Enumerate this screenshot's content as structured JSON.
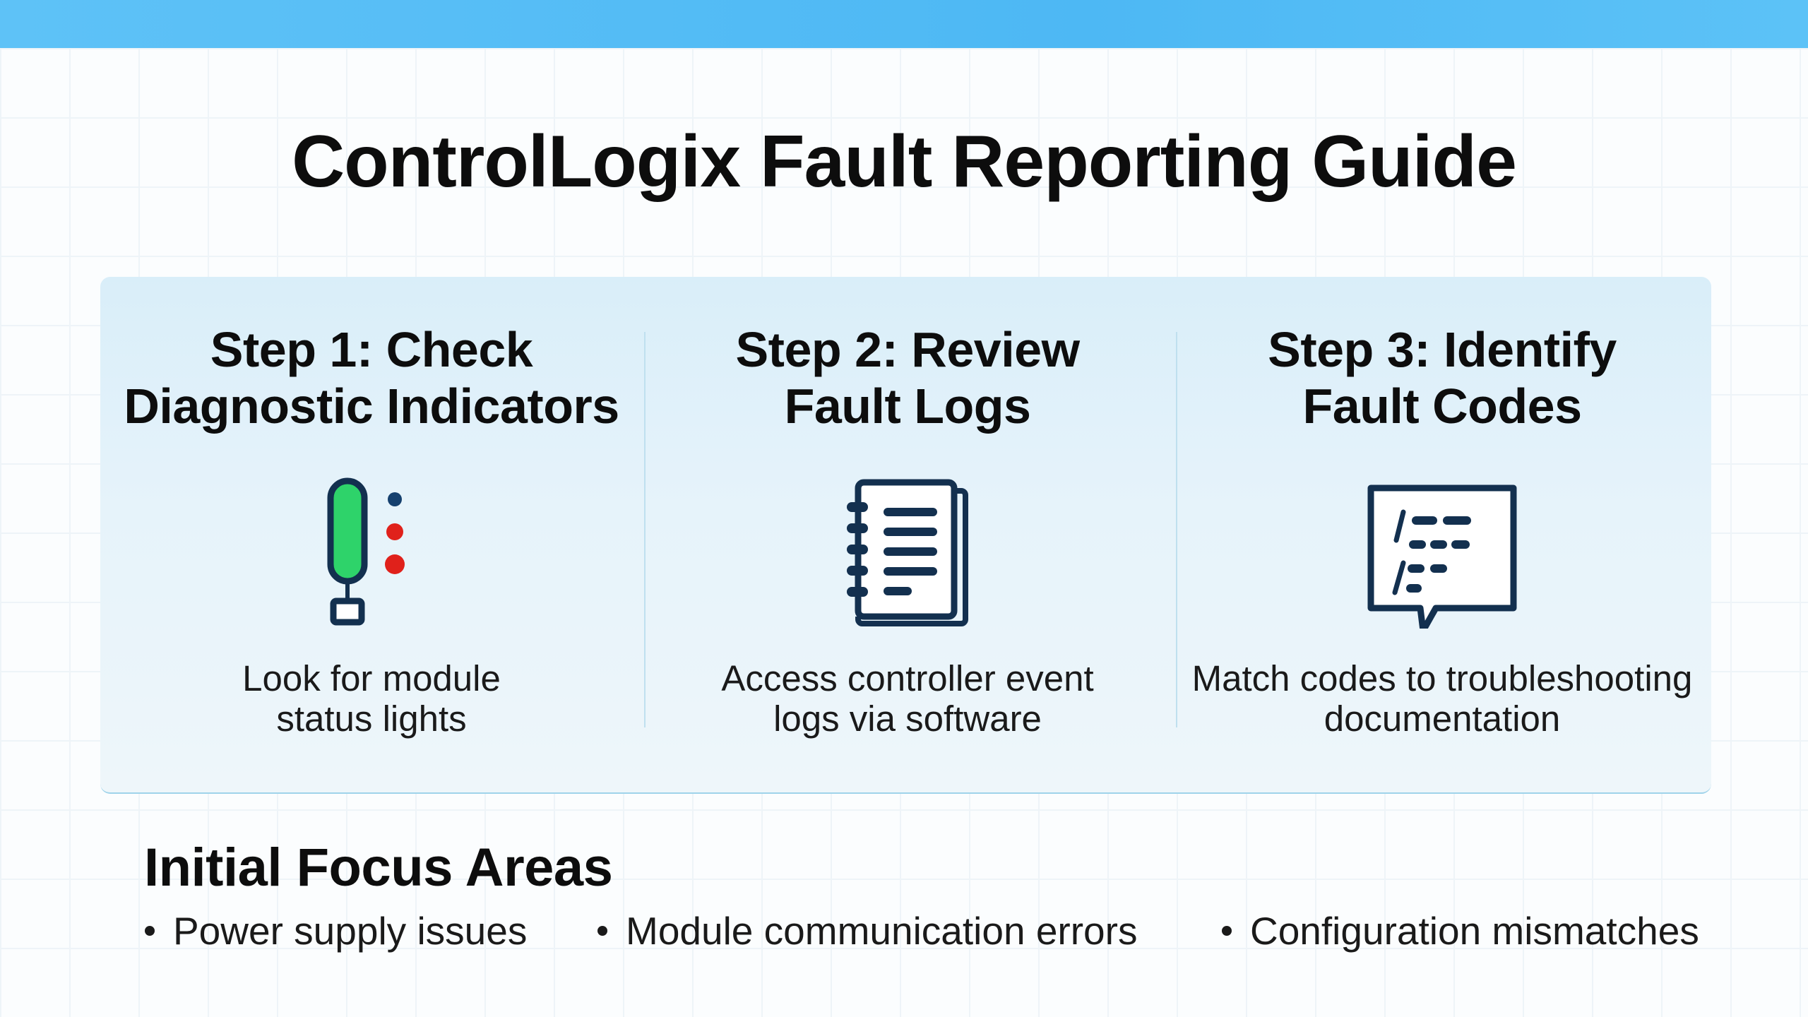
{
  "title": "ControlLogix Fault Reporting Guide",
  "steps": [
    {
      "title_line1": "Step 1: Check",
      "title_line2": "Diagnostic Indicators",
      "icon": "status-indicator-icon",
      "desc_line1": "Look for module",
      "desc_line2": "status lights"
    },
    {
      "title_line1": "Step 2: Review",
      "title_line2": "Fault Logs",
      "icon": "notebook-log-icon",
      "desc_line1": "Access controller event",
      "desc_line2": "logs via software"
    },
    {
      "title_line1": "Step 3: Identify",
      "title_line2": "Fault Codes",
      "icon": "code-message-icon",
      "desc_line1": "Match codes to troubleshooting",
      "desc_line2": "documentation"
    }
  ],
  "focus": {
    "title": "Initial Focus Areas",
    "items": [
      "Power supply issues",
      "Module communication errors",
      "Configuration mismatches"
    ]
  },
  "colors": {
    "accent": "#4db8f4",
    "icon_stroke": "#13304f",
    "green": "#2ed36a",
    "red": "#e0211b",
    "blue_dot": "#15406e"
  }
}
